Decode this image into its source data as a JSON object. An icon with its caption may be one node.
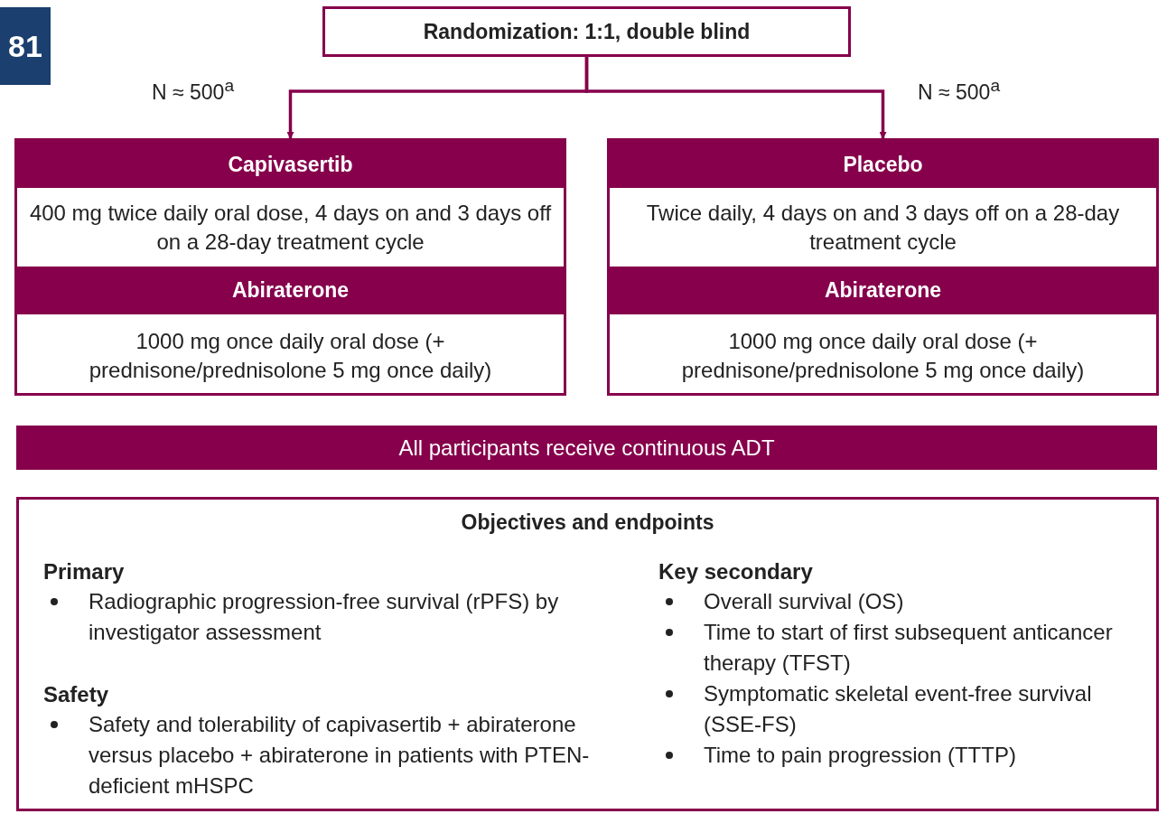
{
  "diagram": {
    "nodes": [
      {
        "text": [
          "Randomization: 1:1, double blind"
        ]
      },
      {
        "text": [
          "Capivasertib",
          "400 mg twice daily oral dose, 4 days on and 3 days off on a 28-day treatment cycle",
          "Abiraterone",
          "1000 mg once daily oral dose (+ prednisone/prednisolone 5 mg once daily)"
        ]
      },
      {
        "text": [
          "Placebo",
          "Twice daily, 4 days on and 3 days off on a 28-day treatment cycle",
          "Abiraterone",
          "1000 mg once daily oral dose (+ prednisone/prednisolone 5 mg once daily)"
        ]
      },
      {
        "text": [
          "All participants receive continuous ADT"
        ]
      },
      {
        "text": [
          "Objectives and endpoints",
          "Primary",
          "Radiographic progression-free survival (rPFS) by investigator assessment",
          "Safety",
          "Safety and tolerability of capivasertib + abiraterone versus placebo + abiraterone in patients with PTEN-deficient mHSPC",
          "Key secondary",
          "Overall survival (OS)",
          "Time to start of first subsequent anticancer therapy (TFST)",
          "Symptomatic skeletal event-free survival (SSE-FS)",
          "Time to pain progression (TTTP)"
        ]
      }
    ],
    "edges": [
      {
        "from": 0,
        "to": 1,
        "arrow": "to",
        "label": "N ≈ 500$^{a}$"
      },
      {
        "from": 0,
        "to": 2,
        "arrow": "to",
        "label": "N ≈ 500$^{a}$"
      }
    ],
    "labels": [
      "81"
    ]
  }
}
